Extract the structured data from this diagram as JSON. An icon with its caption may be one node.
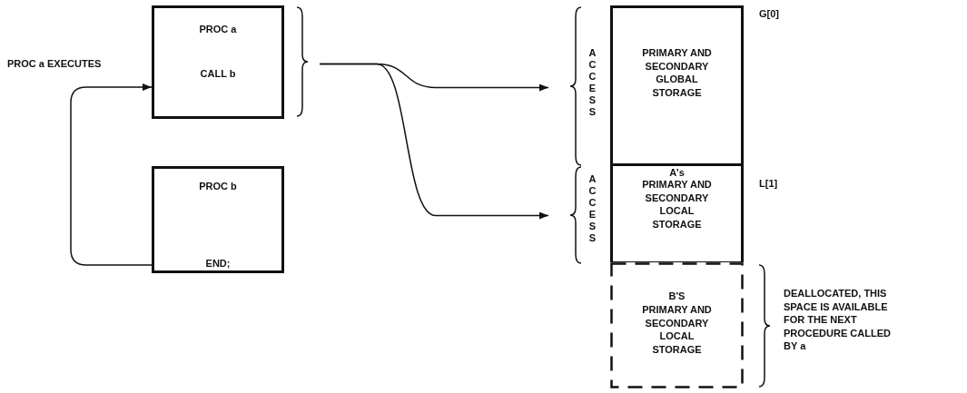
{
  "diagram": {
    "nodes": [
      {
        "text": [
          "PROC a",
          "CALL b"
        ]
      },
      {
        "text": [
          "PROC b",
          "END;"
        ]
      },
      {
        "text": [
          "PRIMARY AND SECONDARY GLOBAL STORAGE"
        ],
        "beside": [
          "G[0]"
        ]
      },
      {
        "text": [
          "A's",
          "PRIMARY AND SECONDARY LOCAL STORAGE"
        ],
        "beside": [
          "L[1]"
        ]
      },
      {
        "text": [
          "B'S",
          "PRIMARY AND SECONDARY LOCAL STORAGE"
        ]
      }
    ],
    "edges": [
      {
        "from": 0,
        "to": 2,
        "arrow": "to"
      },
      {
        "from": 0,
        "to": 3,
        "arrow": "to"
      },
      {
        "from": 1,
        "to": 0,
        "arrow": "to"
      }
    ],
    "labels": [
      "PROC a EXECUTES",
      "ACCESS",
      "ACCESS",
      "DEALLOCATED, THIS SPACE IS AVAILABLE FOR THE NEXT PROCEDURE CALLED BY a"
    ]
  }
}
